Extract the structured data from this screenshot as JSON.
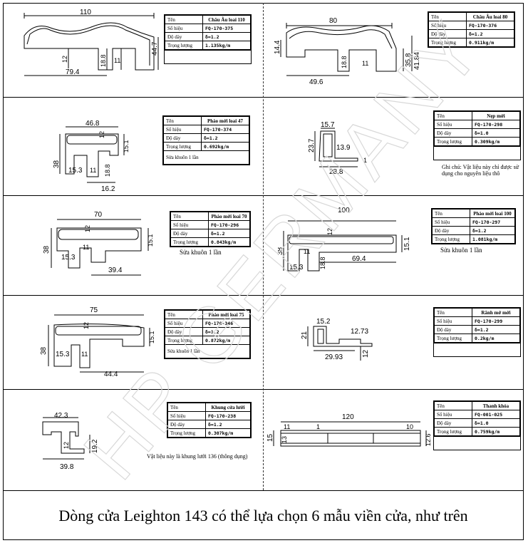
{
  "caption": "Dòng cửa Leighton 143 có thể lựa chọn 6 mẫu viền cửa, như trên",
  "watermark": "HP GERMANY",
  "labels": {
    "name": "Tên",
    "code": "Số hiệu",
    "thickness": "Độ dày",
    "weight": "Trọng lượng"
  },
  "profiles": [
    {
      "id": "p1",
      "name": "Châu Âu loai 110",
      "code": "FQ-170-375",
      "thickness": "δ=1.2",
      "weight": "1.135kg/m",
      "note": "",
      "dims": {
        "w": "110",
        "h": "44.7",
        "a": "79.4",
        "b": "18.8",
        "c": "11",
        "d": "12"
      }
    },
    {
      "id": "p2",
      "name": "Châu Âu loai 80",
      "code": "FQ-170-376",
      "thickness": "δ=1.2",
      "weight": "0.911kg/m",
      "note": "",
      "dims": {
        "w": "80",
        "h1": "14.4",
        "h2": "35.8",
        "h3": "41.84",
        "a": "49.6",
        "b": "18.8",
        "c": "11"
      }
    },
    {
      "id": "p3",
      "name": "Phào mới loai 47",
      "code": "FQ-170-374",
      "thickness": "δ=1.2",
      "weight": "0.692kg/m",
      "note": "Sửa khuôn 1 lần",
      "dims": {
        "w": "46.8",
        "h": "38",
        "a": "15.3",
        "b": "11",
        "c": "18.8",
        "d": "15.1",
        "e": "16.2",
        "f": "12"
      }
    },
    {
      "id": "p4",
      "name": "Nẹp mới",
      "code": "FQ-170-298",
      "thickness": "δ=1.0",
      "weight": "0.309kg/m",
      "note": "Ghi chú: Vật liệu này chỉ được sử dụng cho nguyên liệu thô",
      "dims": {
        "a": "15.7",
        "h": "23.7",
        "b": "13.9",
        "w": "28.8",
        "c": "1"
      }
    },
    {
      "id": "p5",
      "name": "Phào mới loai 70",
      "code": "FQ-170-296",
      "thickness": "δ=1.2",
      "weight": "0.843kg/m",
      "note": "Sửa khuôn 1 lần",
      "dims": {
        "w": "70",
        "h": "38",
        "a": "15.3",
        "b": "11",
        "c": "39.4",
        "d": "15.1",
        "f": "12"
      }
    },
    {
      "id": "p6",
      "name": "Phào mới loai 100",
      "code": "FQ-170-297",
      "thickness": "δ=1.2",
      "weight": "1.081kg/m",
      "note": "Sửa khuôn 1 lần",
      "dims": {
        "w": "100",
        "h": "38",
        "a": "15.3",
        "b": "11",
        "c": "18.8",
        "d": "69.4",
        "e": "15.1",
        "f": "12"
      }
    },
    {
      "id": "p7",
      "name": "Phào mới loai 75",
      "code": "FQ-170-346",
      "thickness": "δ=1.2",
      "weight": "0.872kg/m",
      "note": "Sửa khuôn 1 lần",
      "dims": {
        "w": "75",
        "h": "38",
        "a": "15.3",
        "b": "11",
        "c": "44.4",
        "d": "15.1",
        "f": "12"
      }
    },
    {
      "id": "p8",
      "name": "Rãnh mở mới",
      "code": "FQ-170-299",
      "thickness": "δ=1.2",
      "weight": "0.2kg/m",
      "note": "",
      "dims": {
        "a": "15.2",
        "h": "21",
        "b": "12.73",
        "w": "29.93",
        "c": "12"
      }
    },
    {
      "id": "p9",
      "name": "Khung cửa lưới",
      "code": "FQ-170-238",
      "thickness": "δ=1.2",
      "weight": "0.307kg/m",
      "note": "Vật liệu này là khung lưới 136 (thông dụng)",
      "dims": {
        "w": "42.3",
        "a": "12",
        "h": "19.2",
        "b": "39.8"
      }
    },
    {
      "id": "p10",
      "name": "Thanh khóa",
      "code": "FQ-001-025",
      "thickness": "δ=1.0",
      "weight": "0.759kg/m",
      "note": "",
      "dims": {
        "w": "120",
        "a": "11",
        "b": "1",
        "c": "10",
        "h": "15",
        "d": "13",
        "e": "12.6"
      }
    }
  ]
}
